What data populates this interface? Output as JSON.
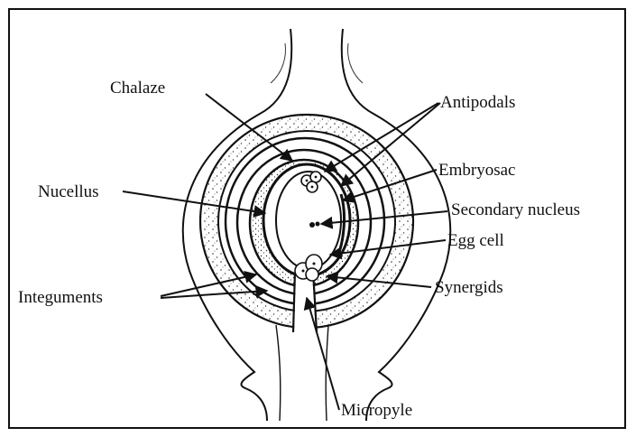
{
  "diagram": {
    "labels": {
      "chalaze": "Chalaze",
      "antipodals": "Antipodals",
      "embryosac": "Embryosac",
      "nucellus": "Nucellus",
      "secondary_nucleus": "Secondary nucleus",
      "egg_cell": "Egg cell",
      "synergids": "Synergids",
      "integuments": "Integuments",
      "micropyle": "Micropyle"
    },
    "colors": {
      "ink": "#111111",
      "paper": "#ffffff"
    }
  }
}
